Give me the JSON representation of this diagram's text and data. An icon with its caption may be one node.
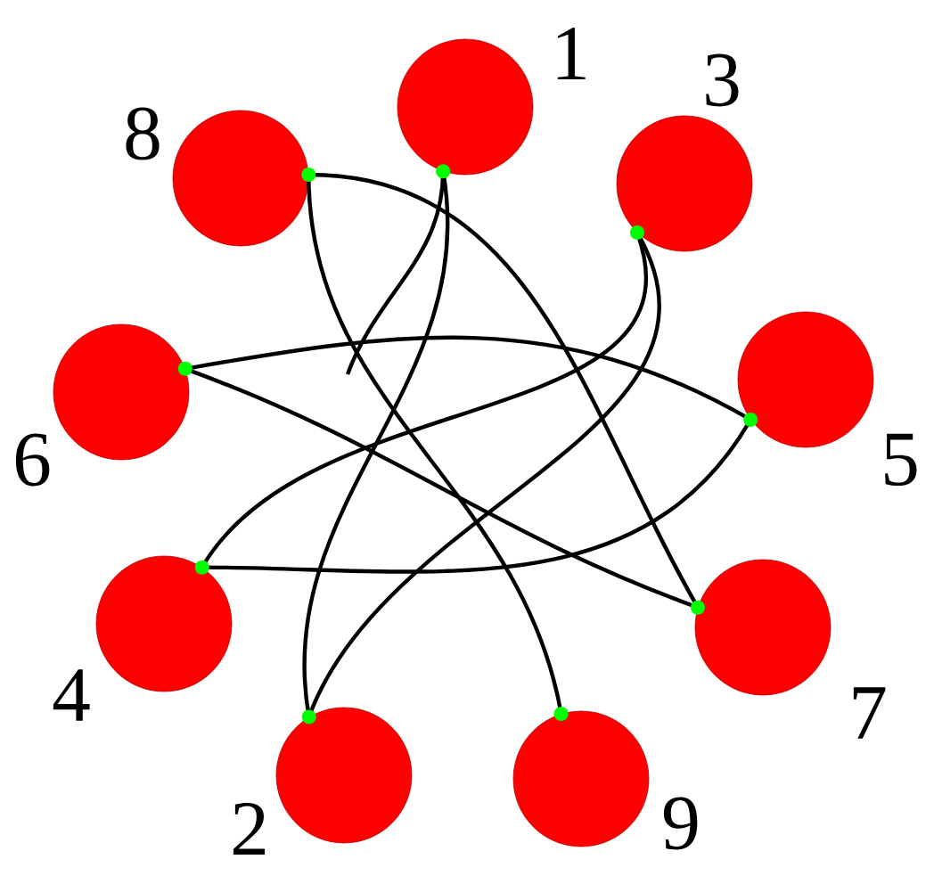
{
  "diagram": {
    "nodes": [
      {
        "text": [],
        "shape": "circle",
        "beside": [
          "1"
        ]
      },
      {
        "text": [],
        "shape": "circle",
        "beside": [
          "2"
        ]
      },
      {
        "text": [],
        "shape": "circle",
        "beside": [
          "3"
        ]
      },
      {
        "text": [],
        "shape": "circle",
        "beside": [
          "4"
        ]
      },
      {
        "text": [],
        "shape": "circle",
        "beside": [
          "5"
        ]
      },
      {
        "text": [],
        "shape": "circle",
        "beside": [
          "6"
        ]
      },
      {
        "text": [],
        "shape": "circle",
        "beside": [
          "7"
        ]
      },
      {
        "text": [],
        "shape": "circle",
        "beside": [
          "8"
        ]
      },
      {
        "text": [],
        "shape": "circle",
        "beside": [
          "9"
        ]
      }
    ],
    "edges": [
      {
        "from": null,
        "to": 0,
        "arrow": "none"
      },
      {
        "from": 0,
        "to": 1,
        "arrow": "none"
      },
      {
        "from": 1,
        "to": 2,
        "arrow": "none"
      },
      {
        "from": 2,
        "to": 3,
        "arrow": "none"
      },
      {
        "from": 3,
        "to": 4,
        "arrow": "none"
      },
      {
        "from": 4,
        "to": 5,
        "arrow": "none"
      },
      {
        "from": 5,
        "to": 6,
        "arrow": "none"
      },
      {
        "from": 6,
        "to": 7,
        "arrow": "none"
      },
      {
        "from": 7,
        "to": 8,
        "arrow": "none"
      }
    ]
  }
}
